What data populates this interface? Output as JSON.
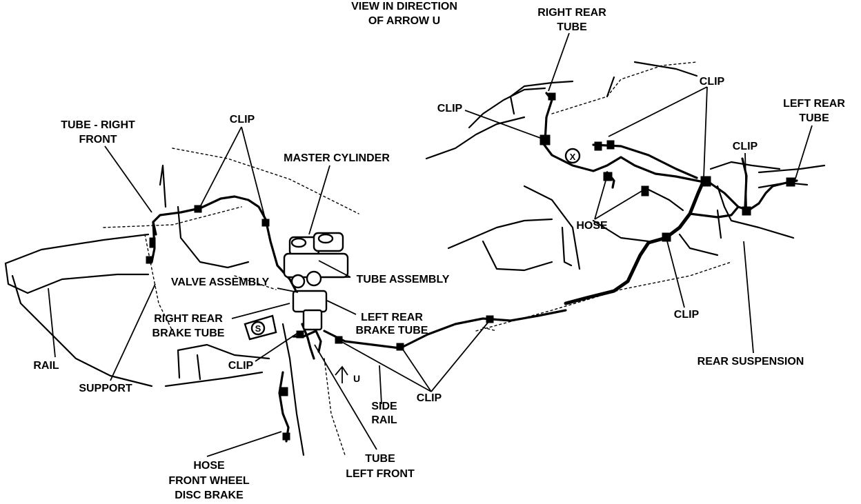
{
  "labels": {
    "view_line1": "VIEW IN DIRECTION",
    "view_line2": "OF ARROW U",
    "right_rear_tube_1": "RIGHT REAR",
    "right_rear_tube_2": "TUBE",
    "clip_top_right": "CLIP",
    "clip_left_rear": "CLIP",
    "left_rear_tube_1": "LEFT REAR",
    "left_rear_tube_2": "TUBE",
    "clip_right_side": "CLIP",
    "tube_right_front_1": "TUBE - RIGHT",
    "tube_right_front_2": "FRONT",
    "clip_front": "CLIP",
    "master_cylinder": "MASTER CYLINDER",
    "hose_rear": "HOSE",
    "valve_assembly": "VALVE ASSEMBLY",
    "tube_assembly": "TUBE ASSEMBLY",
    "right_rear_brake_tube_1": "RIGHT REAR",
    "right_rear_brake_tube_2": "BRAKE TUBE",
    "left_rear_brake_tube_1": "LEFT REAR",
    "left_rear_brake_tube_2": "BRAKE TUBE",
    "clip_rear_lower": "CLIP",
    "rear_suspension": "REAR SUSPENSION",
    "rail": "RAIL",
    "clip_center": "CLIP",
    "support": "SUPPORT",
    "clip_bottom": "CLIP",
    "side_rail_1": "SIDE",
    "side_rail_2": "RAIL",
    "tube_left_front_1": "TUBE",
    "tube_left_front_2": "LEFT FRONT",
    "hose_front_1": "HOSE",
    "hose_front_2": "FRONT WHEEL",
    "hose_front_3": "DISC BRAKE",
    "marker_u": "U",
    "marker_x": "X",
    "marker_s": "S"
  }
}
